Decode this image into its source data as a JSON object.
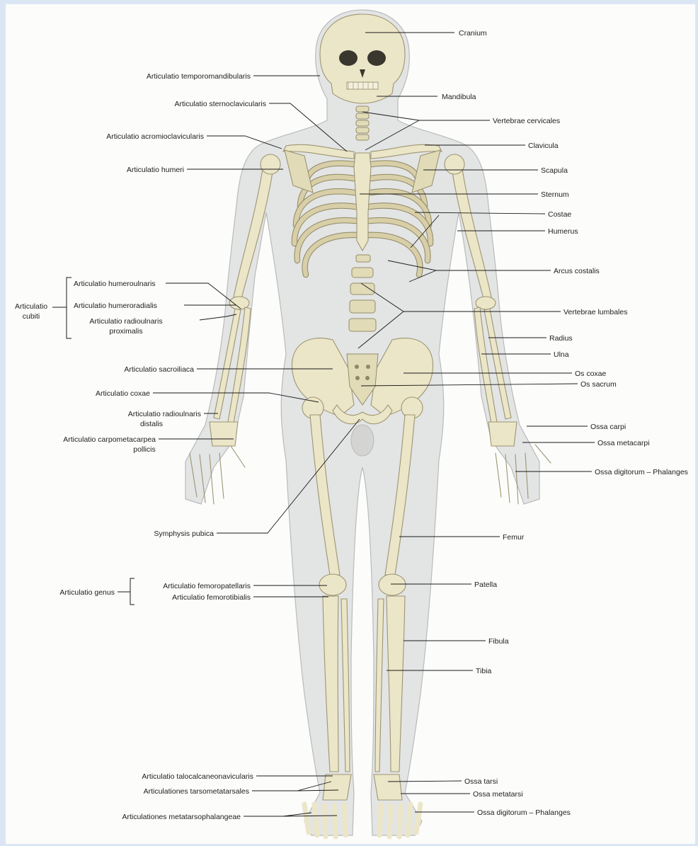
{
  "labels": {
    "cranium": "Cranium",
    "art_temporomandibularis": "Articulatio temporomandibularis",
    "mandibula": "Mandibula",
    "art_sternoclavicularis": "Articulatio sternoclavicularis",
    "vertebrae_cervicales": "Vertebrae cervicales",
    "art_acromioclavicularis": "Articulatio acromioclavicularis",
    "clavicula": "Clavicula",
    "art_humeri": "Articulatio humeri",
    "scapula": "Scapula",
    "sternum": "Sternum",
    "costae": "Costae",
    "humerus": "Humerus",
    "arcus_costalis": "Arcus costalis",
    "art_cubiti_line1": "Articulatio",
    "art_cubiti_line2": "cubiti",
    "art_humeroulnaris": "Articulatio humeroulnaris",
    "art_humeroradialis": "Articulatio humeroradialis",
    "art_radioulnaris_prox_line1": "Articulatio radioulnaris",
    "art_radioulnaris_prox_line2": "proximalis",
    "vertebrae_lumbales": "Vertebrae lumbales",
    "radius": "Radius",
    "ulna": "Ulna",
    "art_sacroiliaca": "Articulatio sacroiliaca",
    "os_coxae": "Os coxae",
    "os_sacrum": "Os sacrum",
    "art_coxae": "Articulatio coxae",
    "art_radioulnaris_dist_line1": "Articulatio radioulnaris",
    "art_radioulnaris_dist_line2": "distalis",
    "art_carpometacarpea_line1": "Articulatio carpometacarpea",
    "art_carpometacarpea_line2": "pollicis",
    "ossa_carpi": "Ossa carpi",
    "ossa_metacarpi": "Ossa metacarpi",
    "ossa_digitorum_manus": "Ossa digitorum – Phalanges",
    "symphysis_pubica": "Symphysis pubica",
    "femur": "Femur",
    "art_genus": "Articulatio genus",
    "art_femoropatellaris": "Articulatio femoropatellaris",
    "art_femorotibialis": "Articulatio femorotibialis",
    "patella": "Patella",
    "fibula": "Fibula",
    "tibia": "Tibia",
    "art_talocalcaneonavicularis": "Articulatio talocalcaneonavicularis",
    "ossa_tarsi": "Ossa tarsi",
    "art_tarsometatarsales": "Articulationes tarsometatarsales",
    "ossa_metatarsi": "Ossa metatarsi",
    "art_metatarsophalangeae": "Articulationes metatarsophalangeae",
    "ossa_digitorum_pedis": "Ossa digitorum – Phalanges"
  }
}
